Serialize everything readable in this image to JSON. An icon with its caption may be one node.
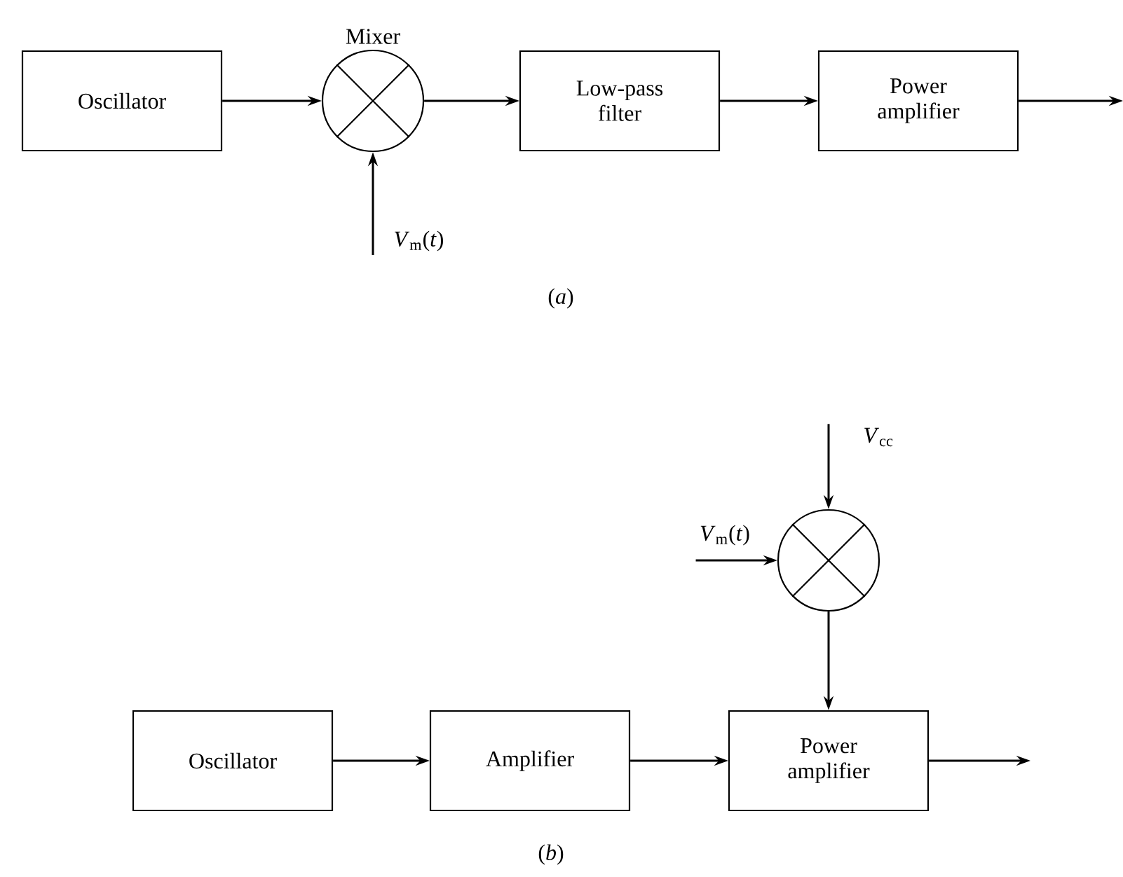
{
  "diagram": {
    "nodes": [
      {
        "text": [
          "Oscillator"
        ]
      },
      {
        "text": [
          "Mixer"
        ]
      },
      {
        "text": [
          "Low-pass filter"
        ]
      },
      {
        "text": [
          "Power amplifier"
        ]
      },
      {
        "text": [
          "*V*$_{m}$(*t*)"
        ]
      },
      {
        "text": [
          "*V*$_{cc}$"
        ]
      },
      {
        "text": [
          "*V*$_{m}$(*t*)"
        ]
      },
      {
        "text": [],
        "shape": "circle"
      },
      {
        "text": [
          "Oscillator"
        ]
      },
      {
        "text": [
          "Amplifier"
        ]
      },
      {
        "text": [
          "Power amplifier"
        ]
      }
    ],
    "edges": [
      {
        "from": 0,
        "to": 1,
        "arrow": "to"
      },
      {
        "from": 4,
        "to": 1,
        "arrow": "to"
      },
      {
        "from": 1,
        "to": 2,
        "arrow": "to"
      },
      {
        "from": 2,
        "to": 3,
        "arrow": "to"
      },
      {
        "from": 3,
        "to": null,
        "arrow": "to"
      },
      {
        "from": 5,
        "to": 7,
        "arrow": "to"
      },
      {
        "from": 6,
        "to": 7,
        "arrow": "to"
      },
      {
        "from": 7,
        "to": 10,
        "arrow": "to"
      },
      {
        "from": 8,
        "to": 9,
        "arrow": "to"
      },
      {
        "from": 9,
        "to": 10,
        "arrow": "to"
      },
      {
        "from": 10,
        "to": null,
        "arrow": "to"
      }
    ],
    "labels": [
      "(*a*)",
      "(*b*)"
    ]
  }
}
